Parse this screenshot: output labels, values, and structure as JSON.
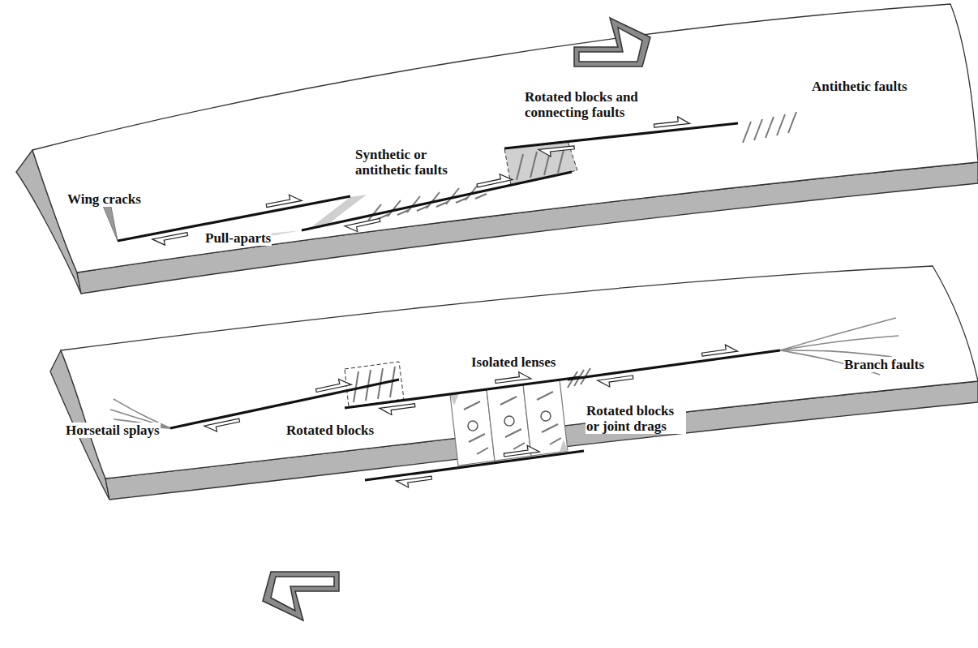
{
  "diagram": {
    "labels": [
      "Wing cracks",
      "Pull-aparts",
      "Synthetic or antithetic faults",
      "Rotated blocks and connecting faults",
      "Antithetic faults",
      "Horsetail splays",
      "Rotated blocks",
      "Isolated lenses",
      "Rotated blocks or joint drags",
      "Branch faults"
    ]
  }
}
